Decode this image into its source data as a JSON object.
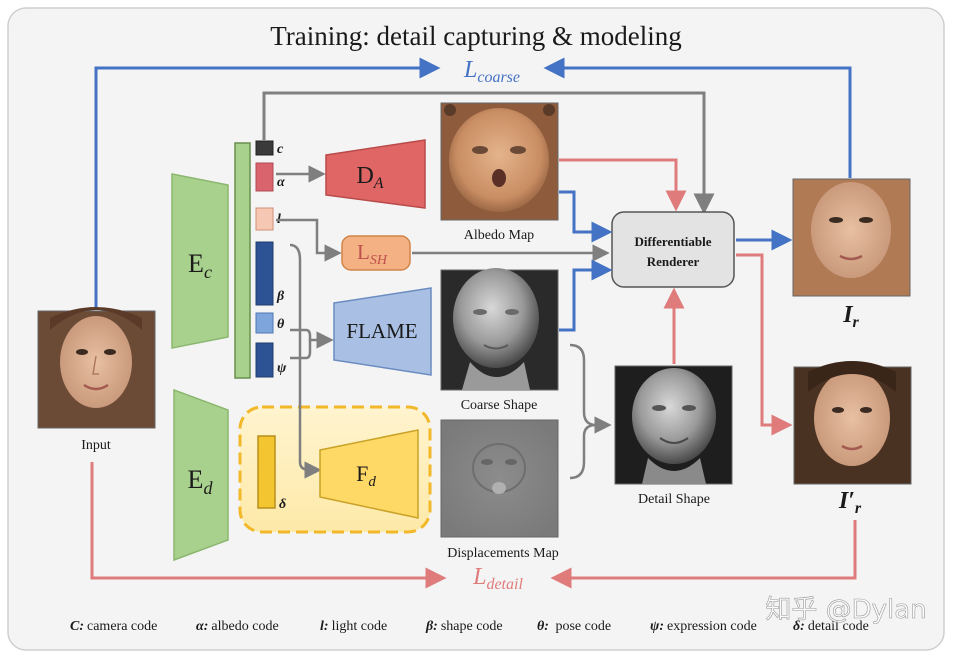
{
  "title": "Training: detail capturing & modeling",
  "losses": {
    "coarse": {
      "base": "L",
      "sub": "coarse"
    },
    "detail": {
      "base": "L",
      "sub": "detail"
    }
  },
  "encoders": {
    "coarse": {
      "base": "E",
      "sub": "c"
    },
    "detail": {
      "base": "E",
      "sub": "d"
    }
  },
  "decoders": {
    "albedo": {
      "base": "D",
      "sub": "A"
    },
    "light": {
      "base": "L",
      "sub": "SH"
    },
    "flame": "FLAME",
    "detail": {
      "base": "F",
      "sub": "d"
    }
  },
  "codes": [
    {
      "sym": "c",
      "color": "#3a3a3a"
    },
    {
      "sym": "α",
      "color": "#d9646e"
    },
    {
      "sym": "l",
      "color": "#f6c8b4"
    },
    {
      "sym": "β",
      "color": "#2e5394"
    },
    {
      "sym": "θ",
      "color": "#7ea6dc"
    },
    {
      "sym": "ψ",
      "color": "#2e5394"
    },
    {
      "sym": "δ",
      "color": "#f2c531"
    }
  ],
  "renderer": {
    "line1": "Differentiable",
    "line2": "Renderer"
  },
  "images": {
    "input": "Input",
    "albedo_map": "Albedo Map",
    "coarse_shape": "Coarse Shape",
    "displacements_map": "Displacements Map",
    "detail_shape": "Detail Shape",
    "output_coarse": {
      "base": "I",
      "sub": "r"
    },
    "output_detail": {
      "base": "I′",
      "sub": "r"
    }
  },
  "legend": [
    {
      "sym": "C:",
      "text": "camera code"
    },
    {
      "sym": "α:",
      "text": "albedo code"
    },
    {
      "sym": "l:",
      "text": "light code"
    },
    {
      "sym": "β:",
      "text": "shape code"
    },
    {
      "sym": "θ:",
      "text": " pose code"
    },
    {
      "sym": "ψ:",
      "text": "expression code"
    },
    {
      "sym": "δ:",
      "text": "detail code"
    }
  ],
  "watermark": "知乎 @Dylan",
  "colors": {
    "blue_arrow": "#4472c4",
    "red_arrow": "#e07b7b",
    "gray_arrow": "#7f7f7f",
    "encoder_green": "#a9d18e",
    "flame_blue": "#a9c0e4",
    "albedo_red": "#e06666",
    "lsh_orange": "#f4b183",
    "detail_yellow": "#ffd966"
  }
}
